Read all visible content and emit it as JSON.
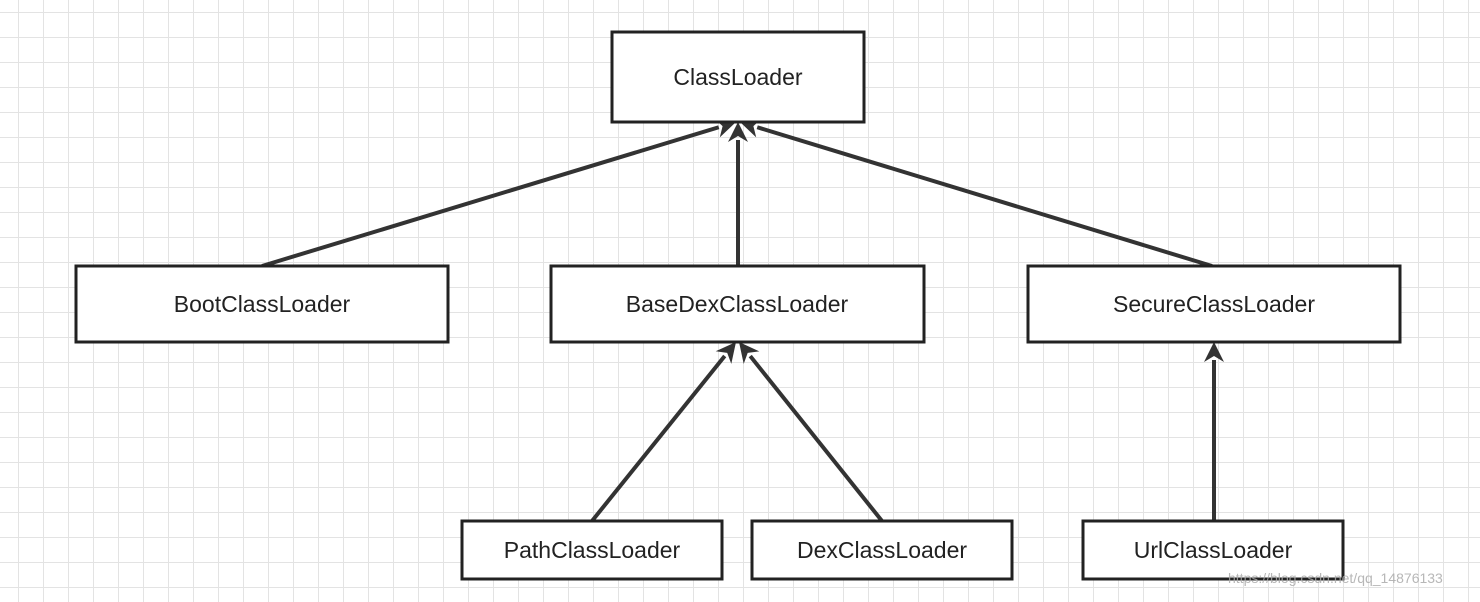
{
  "diagram": {
    "nodes": [
      {
        "id": "classloader",
        "label": "ClassLoader"
      },
      {
        "id": "bootclassloader",
        "label": "BootClassLoader"
      },
      {
        "id": "basedexclassloader",
        "label": "BaseDexClassLoader"
      },
      {
        "id": "secureclassloader",
        "label": "SecureClassLoader"
      },
      {
        "id": "pathclassloader",
        "label": "PathClassLoader"
      },
      {
        "id": "dexclassloader",
        "label": "DexClassLoader"
      },
      {
        "id": "urlclassloader",
        "label": "UrlClassLoader"
      }
    ],
    "edges": [
      {
        "from": "bootclassloader",
        "to": "classloader"
      },
      {
        "from": "basedexclassloader",
        "to": "classloader"
      },
      {
        "from": "secureclassloader",
        "to": "classloader"
      },
      {
        "from": "pathclassloader",
        "to": "basedexclassloader"
      },
      {
        "from": "dexclassloader",
        "to": "basedexclassloader"
      },
      {
        "from": "urlclassloader",
        "to": "secureclassloader"
      }
    ],
    "line_color": "#333333",
    "box_border_color": "#222222",
    "edge_style": "arrow-to-parent"
  },
  "watermark": "https://blog.csdn.net/qq_14876133"
}
